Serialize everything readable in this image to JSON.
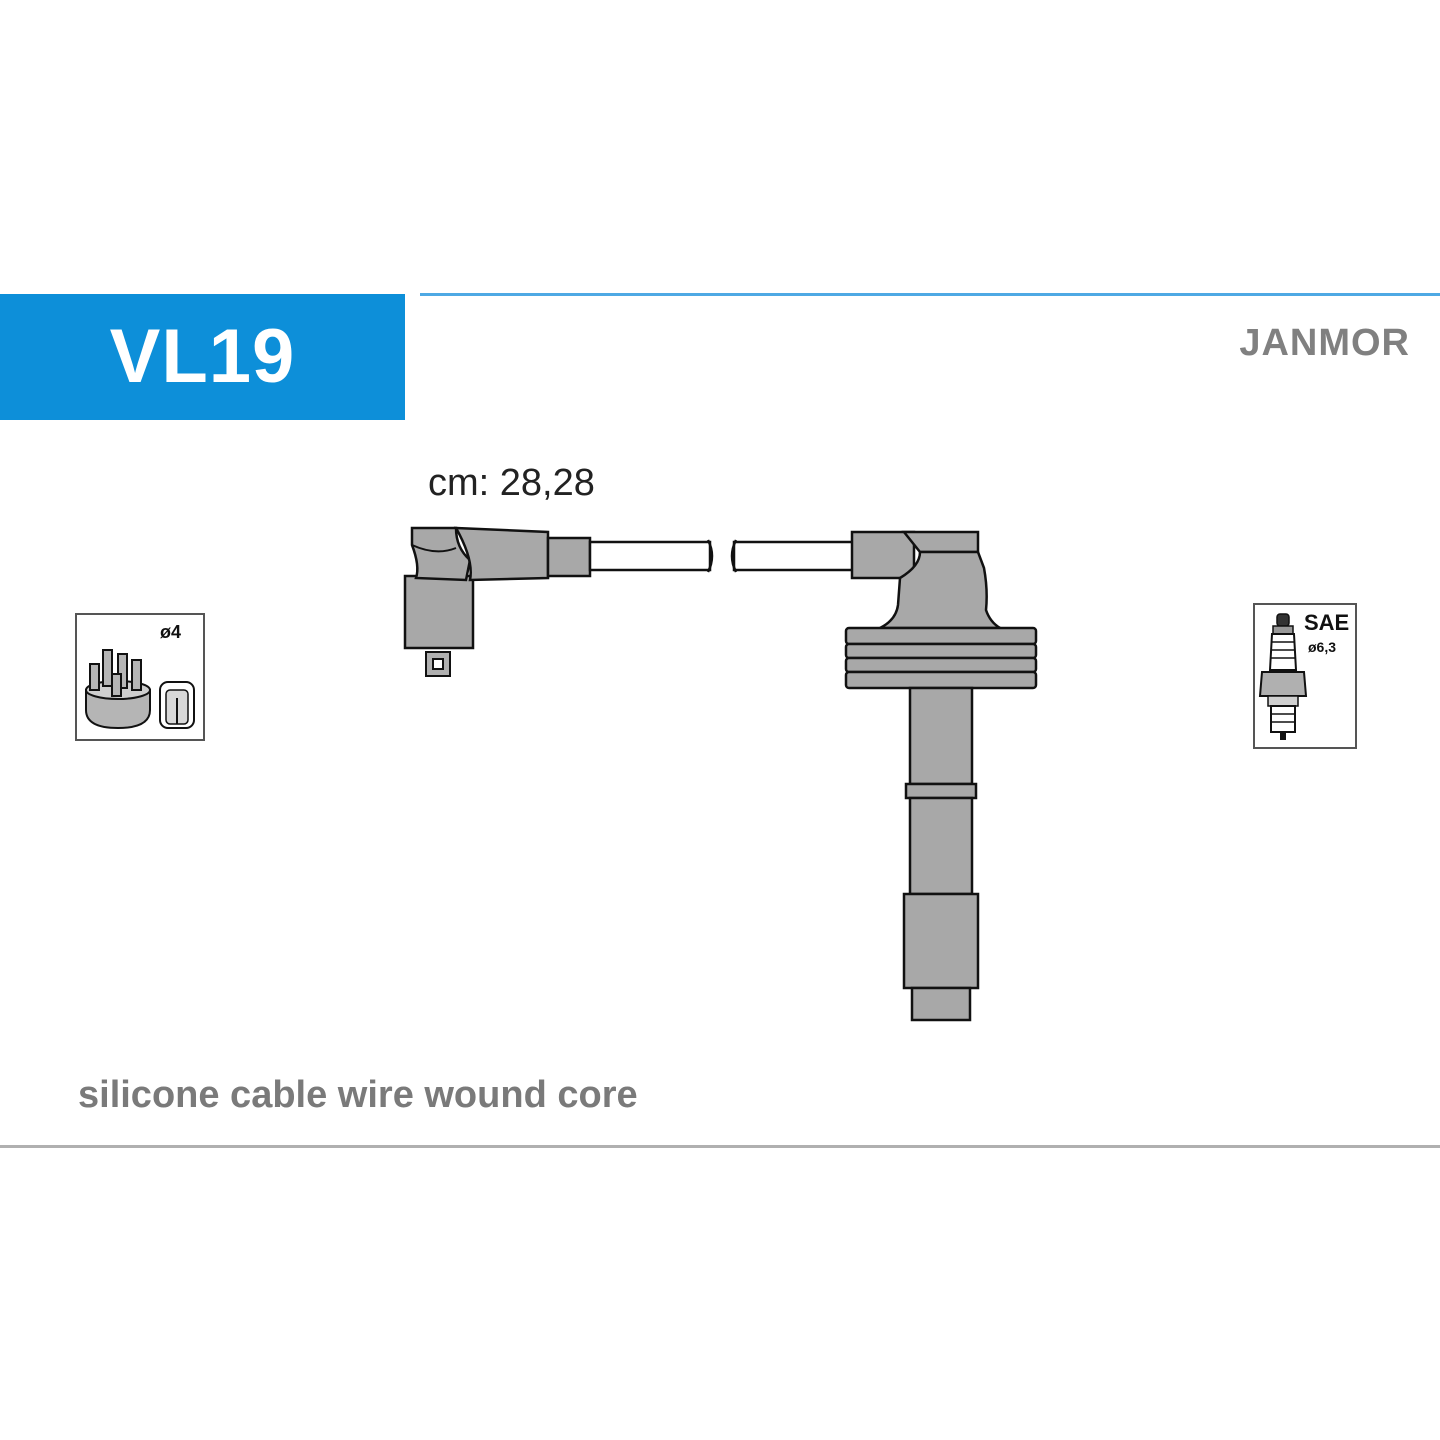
{
  "header": {
    "part_number": "VL19",
    "brand": "JANMOR"
  },
  "cable": {
    "length_label": "cm: 28,28"
  },
  "distributor_icon": {
    "diameter_label": "ø4"
  },
  "spark_plug_icon": {
    "type_label": "SAE",
    "diameter_label": "ø6,3"
  },
  "footer": {
    "description": "silicone cable wire wound core"
  },
  "colors": {
    "accent": "#0d8fd9",
    "part_fill": "#a8a8a8",
    "outline": "#111111"
  }
}
